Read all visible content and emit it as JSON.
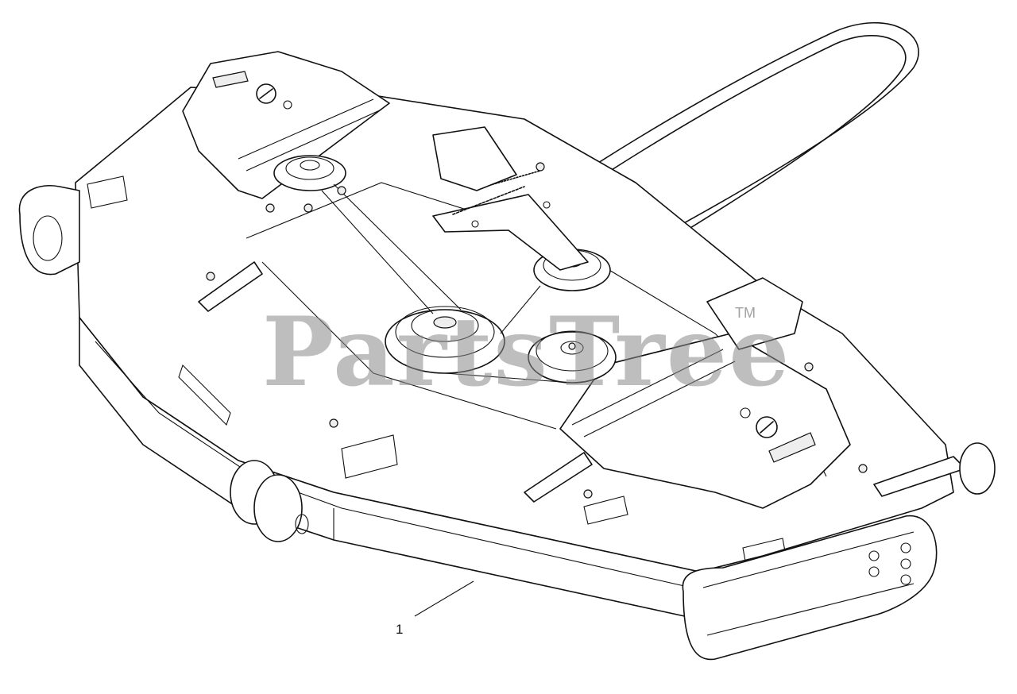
{
  "diagram": {
    "callouts": [
      {
        "label": "1",
        "part": "mower-deck-assembly"
      }
    ]
  },
  "watermark": {
    "text": "PartsTree",
    "trademark": "TM"
  }
}
